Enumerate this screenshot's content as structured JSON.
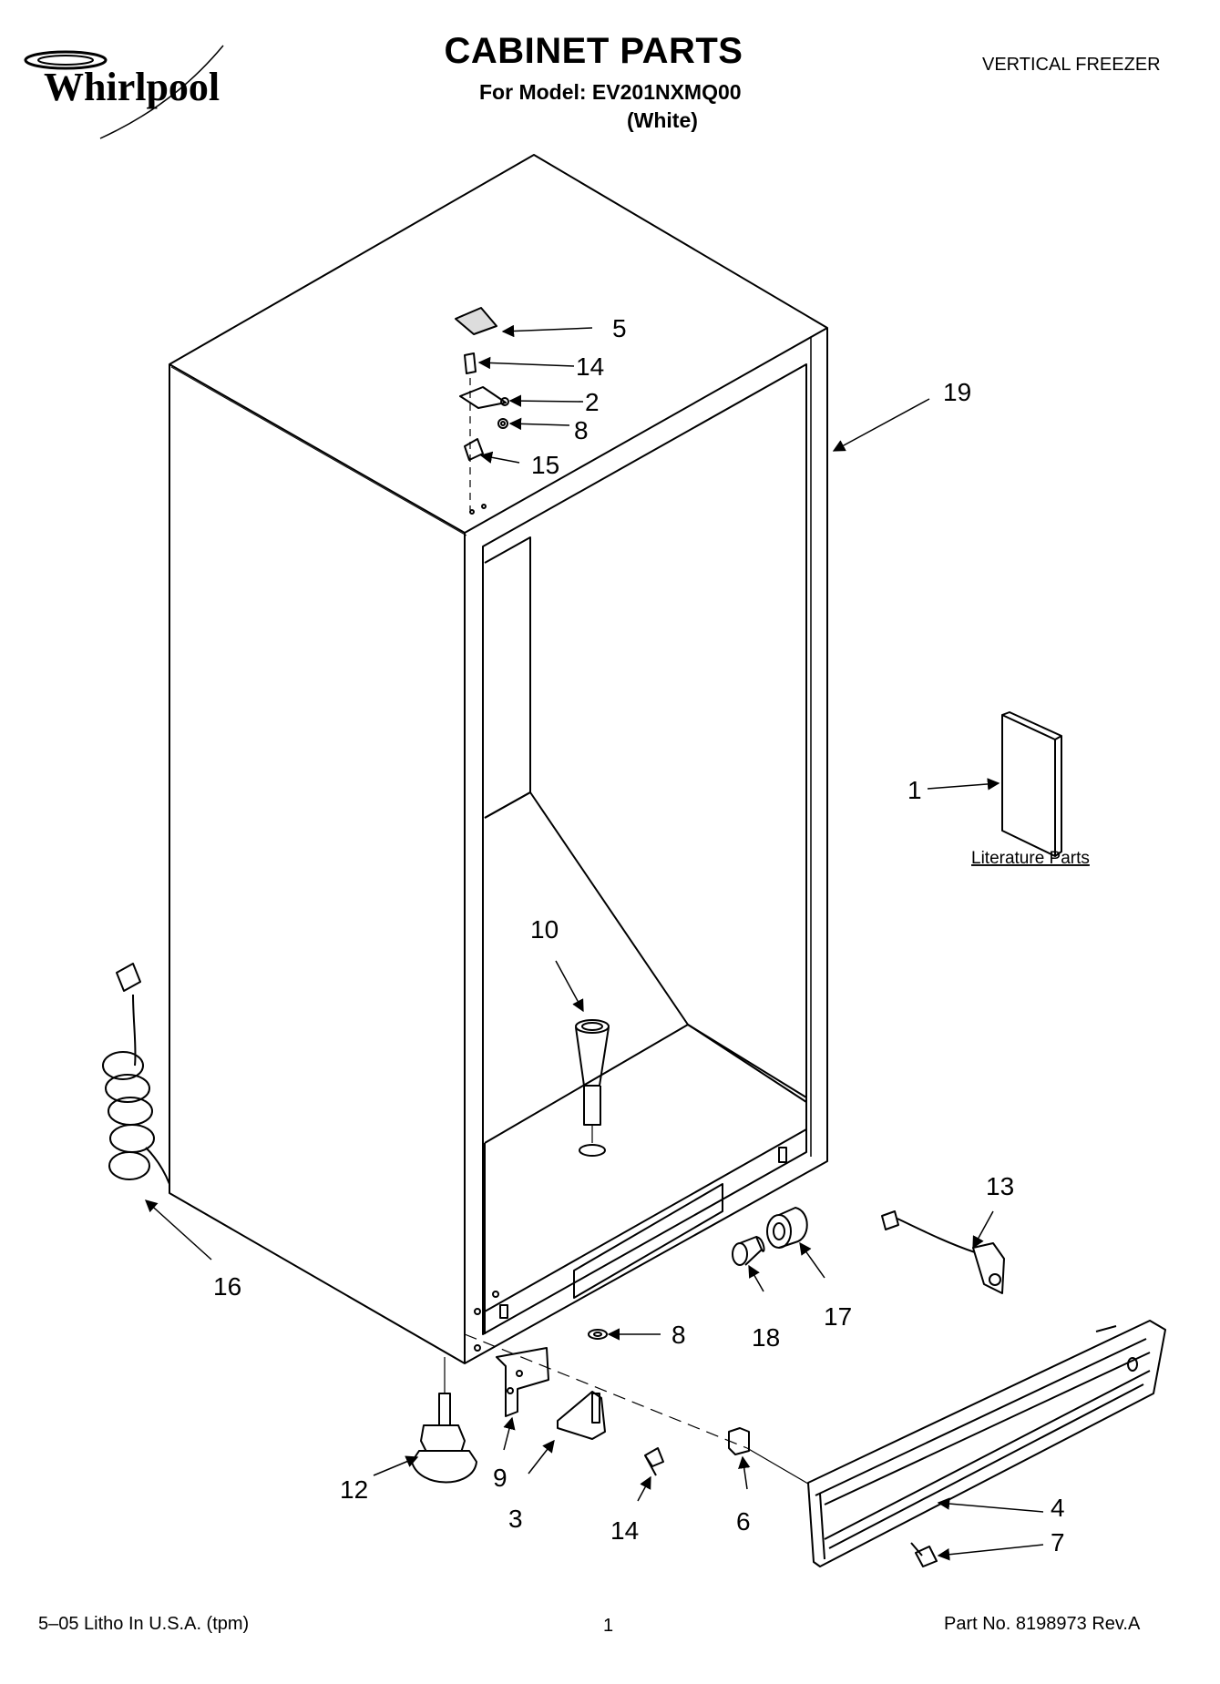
{
  "brand": "Whirlpool",
  "title": "CABINET PARTS",
  "model_line": "For Model: EV201NXMQ00",
  "color_line": "(White)",
  "product_type": "VERTICAL FREEZER",
  "literature_label": "Literature Parts",
  "footer": {
    "litho": "5–05 Litho In U.S.A. (tpm)",
    "page": "1",
    "part_no": "Part No. 8198973 Rev.A"
  },
  "callouts": {
    "c1": "1",
    "c2": "2",
    "c3": "3",
    "c4": "4",
    "c5": "5",
    "c6": "6",
    "c7": "7",
    "c8a": "8",
    "c8b": "8",
    "c9": "9",
    "c10": "10",
    "c12": "12",
    "c13": "13",
    "c14a": "14",
    "c14b": "14",
    "c15": "15",
    "c16": "16",
    "c17": "17",
    "c18": "18",
    "c19": "19"
  }
}
